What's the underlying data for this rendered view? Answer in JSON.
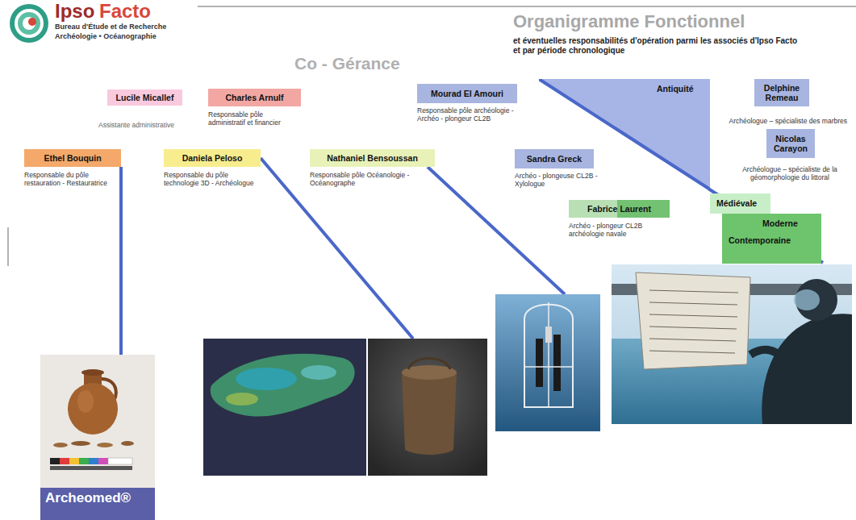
{
  "diagram": {
    "title": "Organigramme Fonctionnel",
    "nodes": [
      {
        "text": [
          "Lucile Micallef",
          "Assistante administrative"
        ]
      },
      {
        "text": [
          "Charles Arnulf",
          "Responsable pôle administratif et financier"
        ]
      },
      {
        "text": [
          "Mourad El Amouri",
          "Responsable pôle archéologie - Archéo - plongeur CL2B"
        ]
      },
      {
        "text": [
          "Antiquité"
        ]
      },
      {
        "text": [
          "Delphine Remeau",
          "Archéologue – spécialiste des marbres"
        ]
      },
      {
        "text": [
          "Nicolas Carayon",
          "Archéologue – spécialiste de la géomorphologie du littoral"
        ]
      },
      {
        "text": [
          "Ethel Bouquin",
          "Responsable du pôle restauration - Restauratrice"
        ]
      },
      {
        "text": [
          "Daniela Peloso",
          "Responsable du pôle technologie 3D - Archéologue"
        ]
      },
      {
        "text": [
          "Nathaniel Bensoussan",
          "Responsable pôle Océanologie - Océanographe"
        ]
      },
      {
        "text": [
          "Sandra Greck",
          "Archéo - plongeuse CL2B - Xylologue"
        ]
      },
      {
        "text": [
          "Fabrice Laurent",
          "Archéo - plongeur CL2B archéologie navale"
        ]
      },
      {
        "text": [
          "Médiévale"
        ]
      },
      {
        "text": [
          "Moderne",
          "Contemporaine"
        ]
      }
    ],
    "labels": [
      "Ipso",
      "Facto",
      "Bureau d'Étude et de Recherche",
      "Archéologie • Océanographie",
      "et éventuelles responsabilités d'opération parmi les associés d'Ipso Facto et par période chronologique",
      "Co - Gérance",
      "Archeomed®"
    ]
  }
}
